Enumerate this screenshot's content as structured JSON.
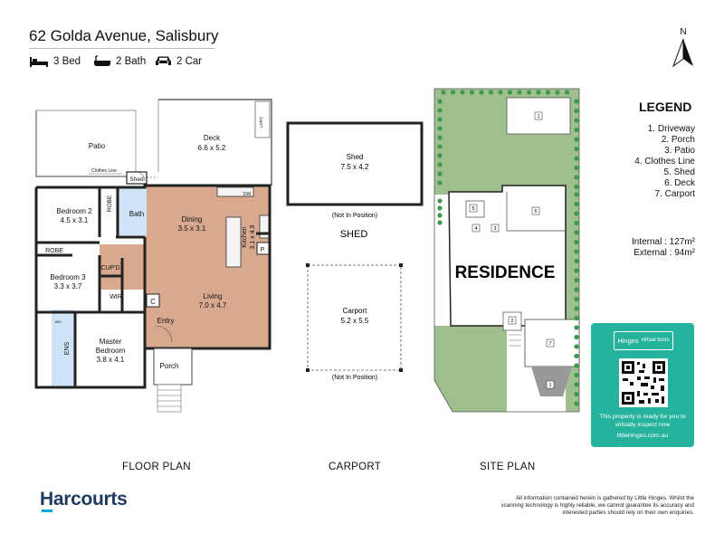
{
  "header": {
    "title": "62 Golda Avenue, Salisbury",
    "features": [
      {
        "icon": "bed-icon",
        "label": "3 Bed"
      },
      {
        "icon": "bath-icon",
        "label": "2 Bath"
      },
      {
        "icon": "car-icon",
        "label": "2 Car"
      }
    ]
  },
  "compass": {
    "label": "N"
  },
  "floor_plan": {
    "caption": "FLOOR PLAN",
    "rooms": {
      "patio": "Patio",
      "deck": "Deck",
      "deck_size": "6.6 x 5.2",
      "clothes_line": "Clothes Line",
      "shed": "Shed",
      "bed2": "Bedroom 2",
      "bed2_size": "4.5 x 3.1",
      "robe": "ROBE",
      "bath": "Bath",
      "dining": "Dining",
      "dining_size": "3.5 x 3.1",
      "kitchen": "Kitchen",
      "kitchen_size": "3.1 x 4.9",
      "dw": "DW",
      "p": "P",
      "robe2": "ROBE",
      "cupd": "CUP'D",
      "bed3": "Bedroom 3",
      "bed3_size": "3.3 x 3.7",
      "wir": "WIR",
      "c": "C",
      "living": "Living",
      "living_size": "7.0 x 4.7",
      "ens": "ENS",
      "master": "Master",
      "master2": "Bedroom",
      "master_size": "3.8 x 4.1",
      "entry": "Entry",
      "porch": "Porch",
      "wm": "WM",
      "ldry": "LDRY"
    }
  },
  "shed_plan": {
    "label": "Shed",
    "size": "7.5 x 4.2",
    "note": "(Not In Position)",
    "caption": "SHED"
  },
  "carport_plan": {
    "label": "Carport",
    "size": "5.2 x 5.5",
    "note": "(Not In Position)",
    "caption": "CARPORT"
  },
  "site_plan": {
    "caption": "SITE PLAN",
    "residence": "RESIDENCE",
    "markers": [
      "1",
      "2",
      "3",
      "4",
      "5",
      "6",
      "7",
      "1"
    ]
  },
  "legend": {
    "heading": "LEGEND",
    "items": [
      "1. Driveway",
      "2. Porch",
      "3. Patio",
      "4. Clothes Line",
      "5. Shed",
      "6. Deck",
      "7. Carport"
    ]
  },
  "areas": {
    "internal": "Internal : 127m²",
    "external": "External :  94m²"
  },
  "virtual_tour": {
    "brand": "Hinges",
    "brand2": "virtual tours",
    "text": "This property is ready for you to virtually inspect now",
    "url": "littlehinges.com.au"
  },
  "footer": {
    "brand": "Harcourts",
    "disclaimer": "All information contained herein is gathered by Little Hinges. Whilst the scanning technology is highly reliable, we cannot guarantee its accuracy and interested parties should rely on their own enquiries."
  },
  "colors": {
    "floor_wood": "#d9a98f",
    "wet_area": "#cfe4f7",
    "grass": "#9fbf8f",
    "hedge": "#3d9a4a",
    "tour_teal": "#25b39d",
    "brand_navy": "#1e3a5f"
  }
}
